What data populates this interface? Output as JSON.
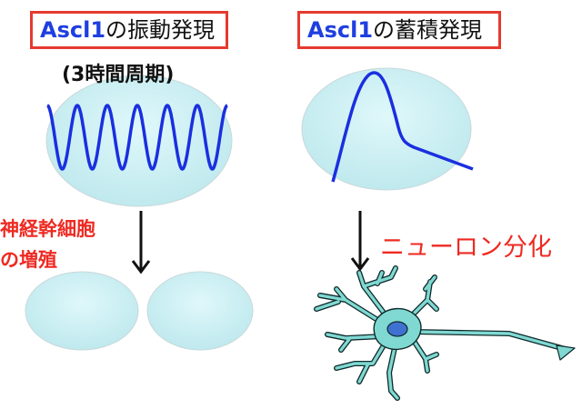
{
  "left_panel": {
    "title_gene": "Ascl1",
    "title_rest": "の振動発現",
    "period_label": "(3時間周期)",
    "outcome_label_line1": "神経幹細胞",
    "outcome_label_line2": "の増殖"
  },
  "right_panel": {
    "title_gene": "Ascl1",
    "title_rest": "の蓄積発現",
    "outcome_label": "ニューロン分化"
  },
  "colors": {
    "title_border": "#e53a2f",
    "gene_text": "#1f3fe0",
    "curve": "#1a2fe0",
    "cell_fill": "#d2f3f6",
    "neuron_fill": "#7fd9d2",
    "nucleus": "#3f72d0",
    "outcome_text": "#ee2a22"
  }
}
